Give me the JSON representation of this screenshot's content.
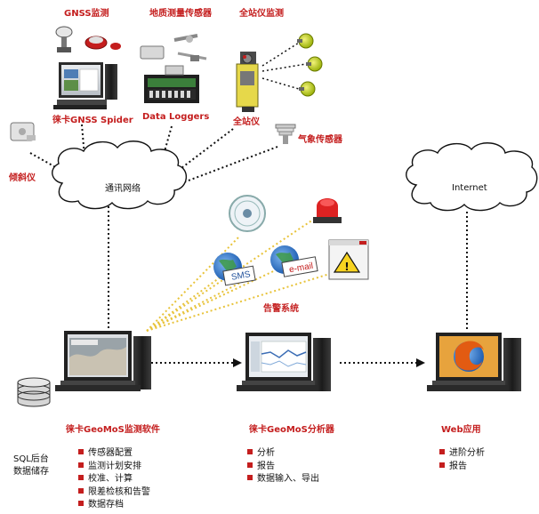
{
  "sensors": {
    "gnss_label": "GNSS监测",
    "geo_label": "地质测量传感器",
    "total_station_monitor_label": "全站仪监测",
    "gnss_spider_label": "徕卡GNSS Spider",
    "data_loggers_label": "Data Loggers",
    "total_station_label": "全站仪",
    "weather_label": "气象传感器",
    "inclinometer_label": "倾斜仪"
  },
  "network": {
    "comm_label": "通讯网络",
    "internet_label": "Internet"
  },
  "alarm": {
    "label": "告警系统",
    "sms_text": "SMS",
    "email_text": "e-mail"
  },
  "db": {
    "line1": "SQL后台",
    "line2": "数据储存"
  },
  "geomos_monitor": {
    "title": "徕卡GeoMoS监测软件",
    "items": [
      "传感器配置",
      "监测计划安排",
      "校准、计算",
      "限差检核和告警",
      "数据存档"
    ]
  },
  "geomos_analyzer": {
    "title": "徕卡GeoMoS分析器",
    "items": [
      "分析",
      "报告",
      "数据输入、导出"
    ]
  },
  "web": {
    "title": "Web应用",
    "items": [
      "进阶分析",
      "报告"
    ]
  },
  "colors": {
    "accent_red": "#c41e1e",
    "beam_yellow": "#e8c33a",
    "cloud_fill": "#ffffff",
    "line_black": "#111111"
  }
}
